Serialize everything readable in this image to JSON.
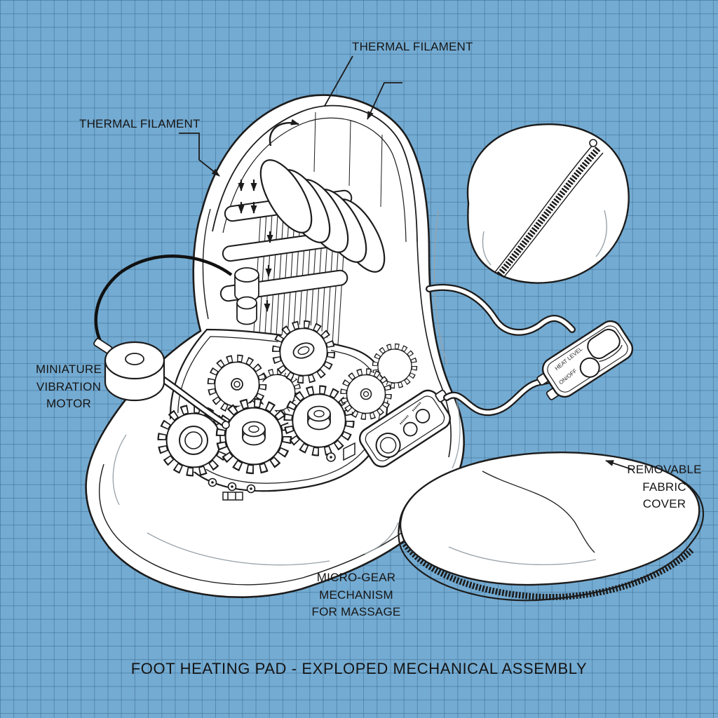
{
  "title": "FOOT HEATING PAD - EXPLOPED MECHANICAL ASSEMBLY",
  "labels": {
    "thermal_filament_top": "THERMAL FILAMENT",
    "thermal_filament_side": "THERMAL FILAMENT",
    "vibration_motor": "MINIATURE\nVIBRATION\nMOTOR",
    "micro_gear_mechanism": "MICRO-GEAR\nMECHANISM\nFOR MASSAGE",
    "removable_cover": "REMOVABLE\nFABRIC\nCOVER"
  },
  "remote": {
    "power_label": "ON/OFF",
    "heat_label": "HEAT LEVEL"
  },
  "colors": {
    "background": "#74abd2",
    "grid_line": "#5d93ba",
    "ink": "#1c1c1c",
    "paper": "#ffffff"
  }
}
